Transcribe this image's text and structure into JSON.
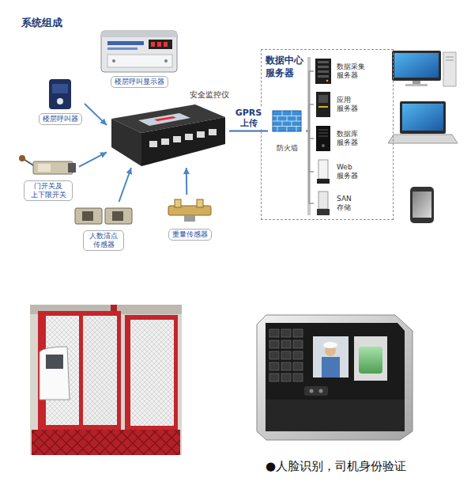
{
  "diagram": {
    "title": "系统组成",
    "caption": "●人脸识别，司机身份验证",
    "nodes": [
      {
        "text": [
          "楼层呼叫显示器"
        ]
      },
      {
        "text": [
          "楼层呼叫器"
        ]
      },
      {
        "text": [
          "安全监控仪"
        ]
      },
      {
        "text": [
          "门开关及 上下限开关"
        ]
      },
      {
        "text": [
          "人数清点 传感器"
        ]
      },
      {
        "text": [
          "重量传感器"
        ]
      },
      {
        "text": [
          "数据中心 服务器"
        ]
      },
      {
        "text": [
          "防火墙"
        ],
        "in": 6
      },
      {
        "text": [
          "数据采集 服务器"
        ],
        "in": 6
      },
      {
        "text": [
          "应用 服务器"
        ],
        "in": 6
      },
      {
        "text": [
          "数据库 服务器"
        ],
        "in": 6
      },
      {
        "text": [
          "Web 服务器"
        ],
        "in": 6
      },
      {
        "text": [
          "SAN 存储"
        ],
        "in": 6
      }
    ],
    "edges": [
      {
        "from": 1,
        "to": 2,
        "arrow": "to"
      },
      {
        "from": 3,
        "to": 2,
        "arrow": "to"
      },
      {
        "from": 4,
        "to": 2,
        "arrow": "to"
      },
      {
        "from": 5,
        "to": 2,
        "arrow": "to"
      },
      {
        "from": 2,
        "to": 7,
        "label": "GPRS 上传",
        "arrow": "none"
      },
      {
        "from": 7,
        "to": 8,
        "arrow": "none"
      },
      {
        "from": 7,
        "to": 9,
        "arrow": "none"
      },
      {
        "from": 7,
        "to": 10,
        "arrow": "none"
      },
      {
        "from": 7,
        "to": 11,
        "arrow": "none"
      },
      {
        "from": 7,
        "to": 12,
        "arrow": "none"
      }
    ]
  }
}
